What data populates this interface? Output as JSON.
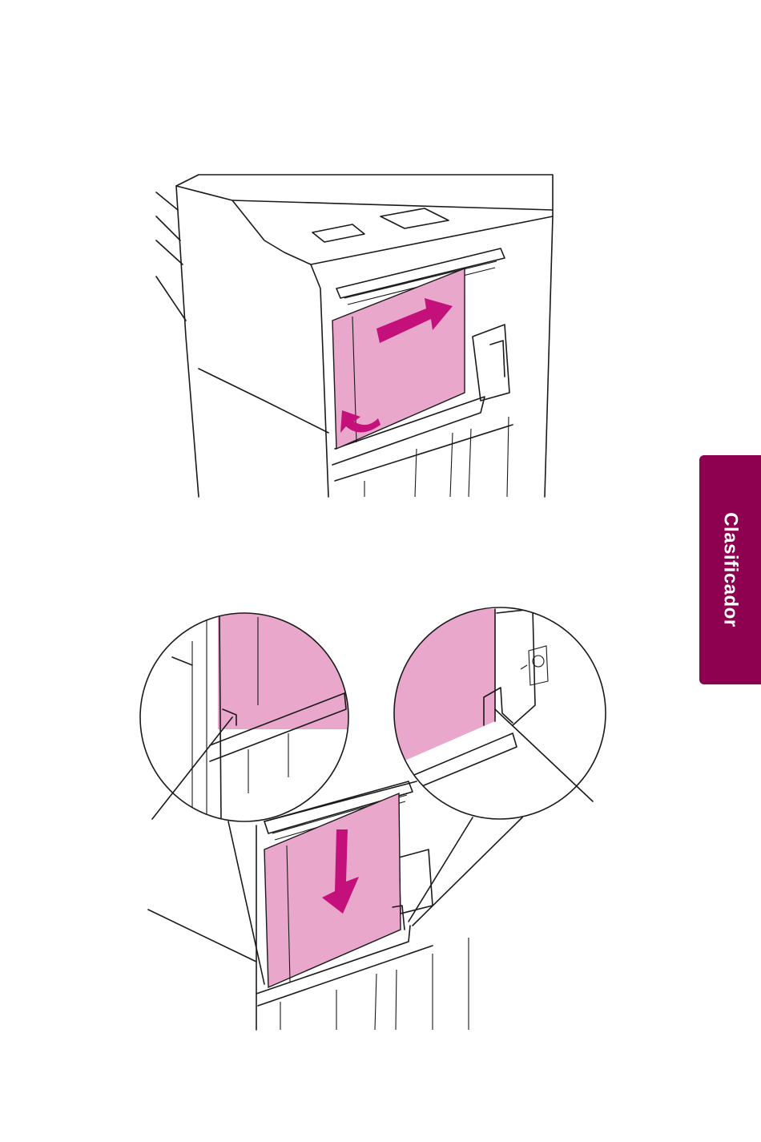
{
  "side_tab": {
    "label": "Clasificador",
    "color": "#8e0050"
  },
  "colors": {
    "paper": "#e9a8cb",
    "arrow": "#c4107a",
    "line": "#1a1a1a"
  },
  "figures": [
    {
      "name": "sorter-bin-insert-paper-illustration",
      "arrows": [
        "arrow-right-icon",
        "curved-arrow-icon"
      ]
    },
    {
      "name": "sorter-bin-paper-alignment-illustration",
      "arrows": [
        "arrow-down-icon"
      ],
      "callouts": 2
    }
  ]
}
